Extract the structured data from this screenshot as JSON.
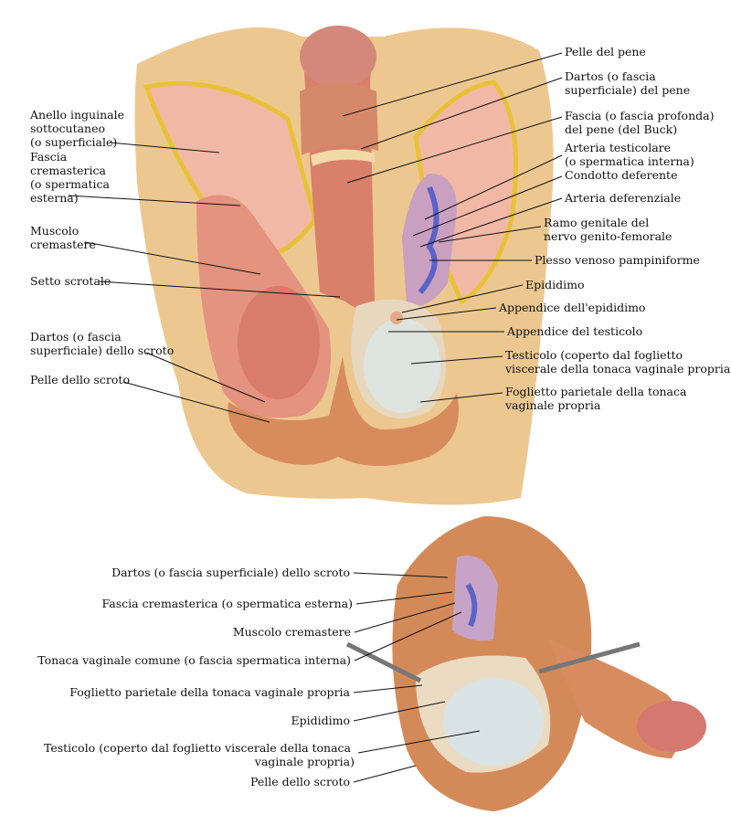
{
  "upper": {
    "left_labels": [
      {
        "id": "anello",
        "lines": [
          "Anello inguinale",
          "sottocutaneo",
          "(o superficiale)"
        ]
      },
      {
        "id": "fascia-cremasterica",
        "lines": [
          "Fascia",
          "cremasterica",
          "(o spermatica",
          "esterna)"
        ]
      },
      {
        "id": "muscolo-cremastere",
        "lines": [
          "Muscolo",
          "cremastere"
        ]
      },
      {
        "id": "setto-scrotale",
        "lines": [
          "Setto scrotale"
        ]
      },
      {
        "id": "dartos-scroto",
        "lines": [
          "Dartos (o fascia",
          "superficiale) dello scroto"
        ]
      },
      {
        "id": "pelle-scroto",
        "lines": [
          "Pelle dello scroto"
        ]
      }
    ],
    "right_labels": [
      {
        "id": "pelle-pene",
        "lines": [
          "Pelle del pene"
        ]
      },
      {
        "id": "dartos-pene",
        "lines": [
          "Dartos (o fascia",
          "superficiale) del pene"
        ]
      },
      {
        "id": "fascia-buck",
        "lines": [
          "Fascia (o fascia profonda)",
          "del pene (del Buck)"
        ]
      },
      {
        "id": "arteria-testicolare",
        "lines": [
          "Arteria testicolare",
          "(o spermatica interna)"
        ]
      },
      {
        "id": "condotto-deferente",
        "lines": [
          "Condotto deferente"
        ]
      },
      {
        "id": "arteria-deferenziale",
        "lines": [
          "Arteria deferenziale"
        ]
      },
      {
        "id": "ramo-genitale",
        "lines": [
          "Ramo genitale del",
          "nervo genito-femorale"
        ]
      },
      {
        "id": "plesso-venoso",
        "lines": [
          "Plesso venoso pampiniforme"
        ]
      },
      {
        "id": "epididimo",
        "lines": [
          "Epididimo"
        ]
      },
      {
        "id": "appendice-epididimo",
        "lines": [
          "Appendice dell'epididimo"
        ]
      },
      {
        "id": "appendice-testicolo",
        "lines": [
          "Appendice del testicolo"
        ]
      },
      {
        "id": "testicolo",
        "lines": [
          "Testicolo (coperto dal foglietto",
          "viscerale della tonaca vaginale propria)"
        ]
      },
      {
        "id": "foglietto-parietale",
        "lines": [
          "Foglietto parietale della tonaca",
          "vaginale propria"
        ]
      }
    ]
  },
  "lower": {
    "labels": [
      {
        "id": "dartos",
        "lines": [
          "Dartos (o fascia superficiale) dello scroto"
        ]
      },
      {
        "id": "fascia-cremasterica",
        "lines": [
          "Fascia cremasterica (o spermatica esterna)"
        ]
      },
      {
        "id": "muscolo-cremastere",
        "lines": [
          "Muscolo cremastere"
        ]
      },
      {
        "id": "tonaca-comune",
        "lines": [
          "Tonaca vaginale comune (o fascia spermatica interna)"
        ]
      },
      {
        "id": "foglietto-parietale",
        "lines": [
          "Foglietto parietale della tonaca vaginale propria"
        ]
      },
      {
        "id": "epididimo",
        "lines": [
          "Epididimo"
        ]
      },
      {
        "id": "testicolo",
        "lines": [
          "Testicolo (coperto dal foglietto viscerale della tonaca",
          "vaginale propria)"
        ]
      },
      {
        "id": "pelle-scroto",
        "lines": [
          "Pelle dello scroto"
        ]
      }
    ]
  }
}
